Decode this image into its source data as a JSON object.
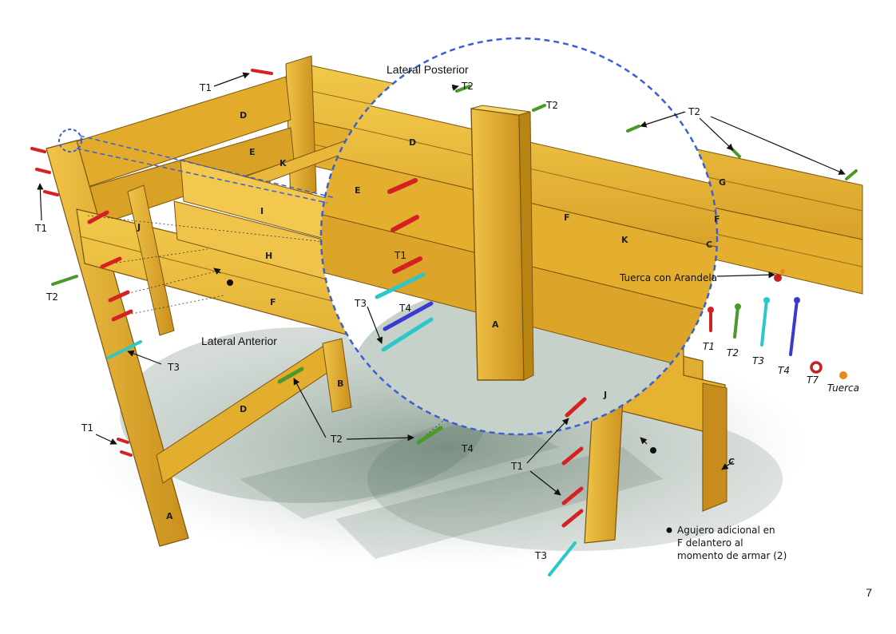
{
  "titles": {
    "posterior": "Lateral Posterior",
    "anterior": "Lateral Anterior"
  },
  "parts": {
    "A": "A",
    "B": "B",
    "C": "C",
    "D": "D",
    "E": "E",
    "F": "F",
    "G": "G",
    "H": "H",
    "I": "I",
    "J": "J",
    "K": "K"
  },
  "fasteners": {
    "T1": "T1",
    "T2": "T2",
    "T3": "T3",
    "T4": "T4",
    "T7": "T7"
  },
  "nut_label": "Tuerca con Arandela",
  "legend": {
    "items": [
      {
        "code": "T1",
        "color": "#d42222"
      },
      {
        "code": "T2",
        "color": "#4a9a2a"
      },
      {
        "code": "T3",
        "color": "#2ac8c8"
      },
      {
        "code": "T4",
        "color": "#3a3ad0"
      },
      {
        "code": "T7",
        "color": "#c82020"
      },
      {
        "code": "Tuerca",
        "color": "#e88a1a"
      }
    ]
  },
  "note": {
    "line1": "Agujero adicional en",
    "line2": "F delantero al",
    "line3": "momento de armar (2)"
  },
  "page_number": "7",
  "colors": {
    "wood": "#e8b630",
    "wood_dark": "#b98512",
    "wood_light": "#f3cd55",
    "shadow": "#3f5a48",
    "zoom_ring": "#3a5fd0"
  }
}
